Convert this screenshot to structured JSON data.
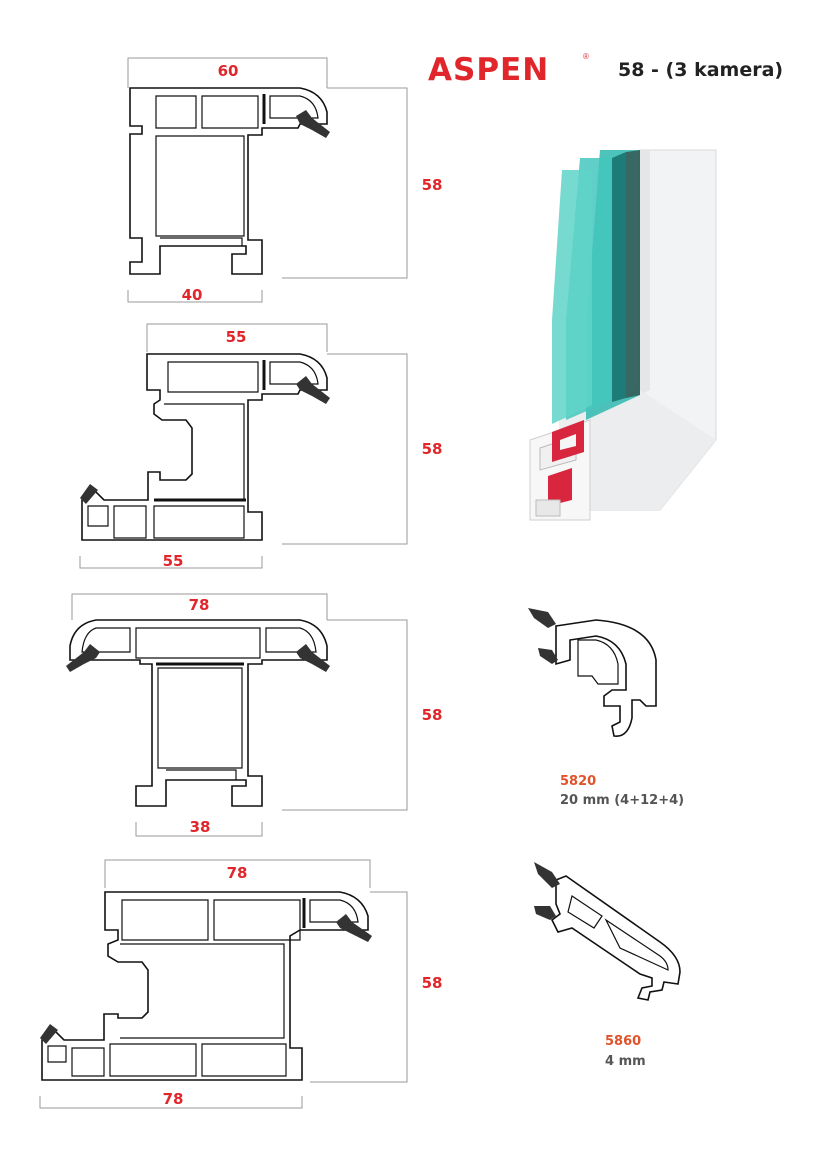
{
  "header": {
    "brand": "ASPEN",
    "registered_mark": "®",
    "model_title": "58 - (3 kamera)"
  },
  "profiles": [
    {
      "width_top": "60",
      "height": "58",
      "width_bottom": "40"
    },
    {
      "width_top": "55",
      "height": "58",
      "width_bottom": "55"
    },
    {
      "width_top": "78",
      "height": "58",
      "width_bottom": "38"
    },
    {
      "width_top": "78",
      "height": "58",
      "width_bottom": "78"
    }
  ],
  "beads": [
    {
      "code": "5820",
      "spec": "20 mm (4+12+4)"
    },
    {
      "code": "5860",
      "spec": "4 mm"
    }
  ],
  "colors": {
    "brand_red": "#e0262b",
    "code_orange": "#e0542b",
    "glass_teal": "#2fb8b0",
    "reinforcement_red": "#d7263d"
  }
}
